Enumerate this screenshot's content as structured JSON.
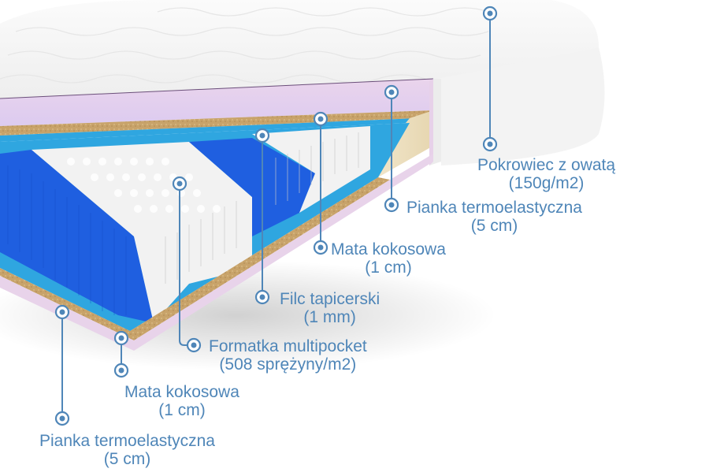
{
  "colors": {
    "accent": "#4f86b8",
    "cover": "#f4f4f4",
    "foam": "#e9d3ea",
    "coconut": "#c9a46c",
    "felt": "#2fa6e0",
    "spring_blue": "#1f5fe0",
    "spring_white": "#f3f3f3",
    "side_foam": "#efe2c4"
  },
  "layers": [
    {
      "id": "cover",
      "name": "Pokrowiec z owatą",
      "detail": "(150g/m2)"
    },
    {
      "id": "top-foam",
      "name": "Pianka termoelastyczna",
      "detail": "(5 cm)"
    },
    {
      "id": "top-coconut",
      "name": "Mata kokosowa",
      "detail": "(1 cm)"
    },
    {
      "id": "felt",
      "name": "Filc tapicerski",
      "detail": "(1 mm)"
    },
    {
      "id": "springs",
      "name": "Formatka multipocket",
      "detail": "(508 sprężyny/m2)"
    },
    {
      "id": "bottom-coconut",
      "name": "Mata kokosowa",
      "detail": "(1 cm)"
    },
    {
      "id": "bottom-foam",
      "name": "Pianka termoelastyczna",
      "detail": "(5 cm)"
    }
  ]
}
